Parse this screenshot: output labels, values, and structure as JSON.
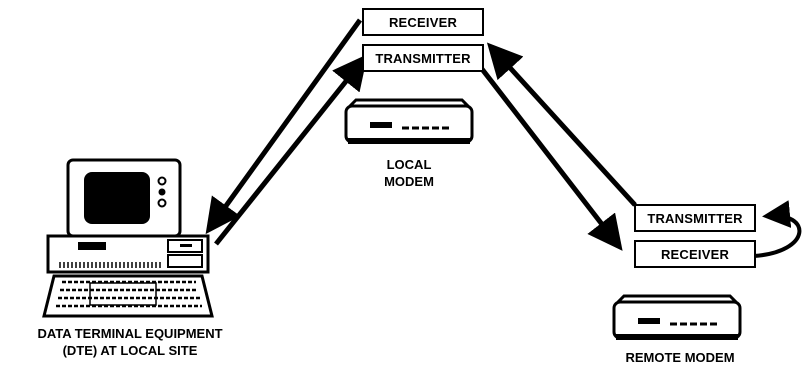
{
  "local_receiver_label": "RECEIVER",
  "local_transmitter_label": "TRANSMITTER",
  "local_modem_caption_line1": "LOCAL",
  "local_modem_caption_line2": "MODEM",
  "remote_transmitter_label": "TRANSMITTER",
  "remote_receiver_label": "RECEIVER",
  "remote_modem_caption": "REMOTE MODEM",
  "dte_caption_line1": "DATA TERMINAL EQUIPMENT",
  "dte_caption_line2": "(DTE) AT LOCAL SITE",
  "colors": {
    "ink": "#000000",
    "paper": "#ffffff"
  },
  "icons": [
    "computer-icon",
    "modem-icon",
    "arrow-icon",
    "loopback-arrow-icon"
  ]
}
